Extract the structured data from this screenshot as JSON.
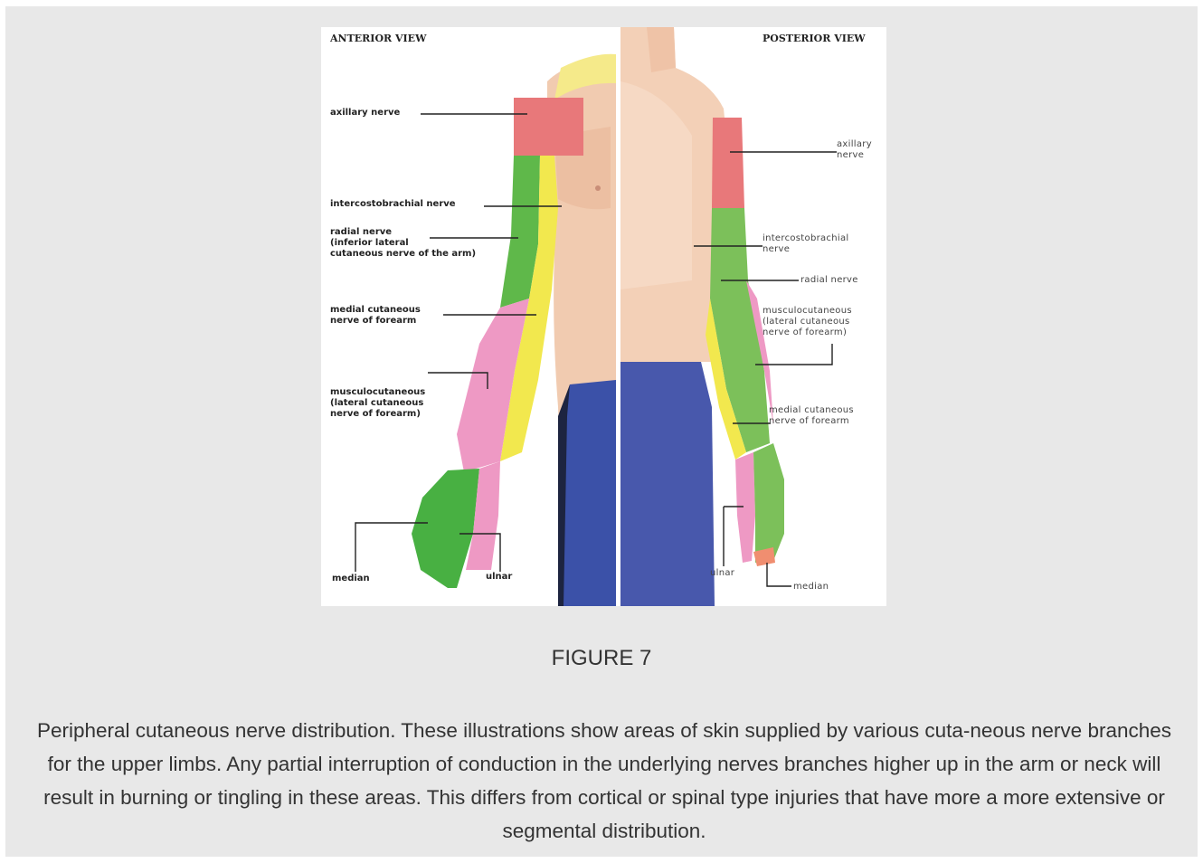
{
  "figure": {
    "anterior_heading": "ANTERIOR VIEW",
    "posterior_heading": "POSTERIOR VIEW",
    "anterior_labels": {
      "axillary": "axillary nerve",
      "intercostobrachial": "intercostobrachial nerve",
      "radial": "radial nerve\n(inferior lateral\ncutaneous nerve of the arm)",
      "medial_cutaneous": "medial cutaneous\nnerve of forearm",
      "musculocutaneous": "musculocutaneous\n(lateral cutaneous\nnerve of forearm)",
      "median": "median",
      "ulnar": "ulnar"
    },
    "posterior_labels": {
      "axillary": "axillary\nnerve",
      "intercostobrachial": "intercostobrachial\nnerve",
      "radial": "radial nerve",
      "musculocutaneous": "musculocutaneous\n(lateral cutaneous\nnerve of forearm)",
      "medial_cutaneous": "medial cutaneous\nnerve of forearm",
      "ulnar": "ulnar",
      "median": "median"
    },
    "colors": {
      "axillary": "#e8787a",
      "radial": "#5fb84a",
      "intercostobrachial": "#f2e84e",
      "medial_cutaneous": "#f2e84e",
      "musculocutaneous": "#ee99c4",
      "median": "#48b042",
      "skin": "#f3cdb4",
      "shorts": "#3b51a8"
    }
  },
  "figure_number": "FIGURE 7",
  "caption": "Peripheral cutaneous nerve distribution. These illustrations show areas of skin supplied by various cuta-neous nerve branches for the upper limbs. Any partial interruption of conduction in the underlying nerves branches higher up in the arm or neck will result in burning or tingling in these areas. This differs from cortical or spinal type injuries that have more a more extensive or segmental distribution."
}
